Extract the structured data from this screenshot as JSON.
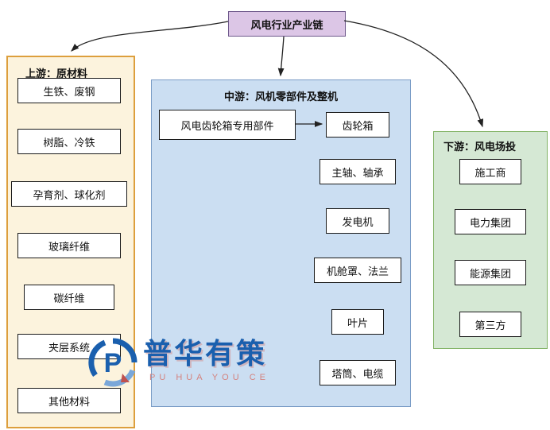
{
  "root": {
    "label": "风电行业产业链"
  },
  "upstream": {
    "title": "上游：原材料",
    "items": [
      "生铁、废钢",
      "树脂、冷铁",
      "孕育剂、球化剂",
      "玻璃纤维",
      "碳纤维",
      "夹层系统",
      "其他材料"
    ]
  },
  "midstream": {
    "title": "中游：风机零部件及整机",
    "special_component": "风电齿轮箱专用部件",
    "items": [
      "齿轮箱",
      "主轴、轴承",
      "发电机",
      "机舱罩、法兰",
      "叶片",
      "塔筒、电缆"
    ]
  },
  "downstream": {
    "title": "下游：风电场投",
    "items": [
      "施工商",
      "电力集团",
      "能源集团",
      "第三方"
    ]
  },
  "watermark": {
    "name": "普华有策",
    "subtitle": "PU HUA YOU CE"
  },
  "colors": {
    "root_bg": "#dcc6e6",
    "upstream_bg": "#fcf3dd",
    "upstream_border": "#dd9f3d",
    "midstream_bg": "#cbdef2",
    "midstream_border": "#7a9cc6",
    "downstream_bg": "#d5e8d4",
    "downstream_border": "#82b366",
    "node_bg": "#ffffff",
    "node_border": "#1a1a1a",
    "arrow": "#222222",
    "brand_blue": "#1a5fae",
    "brand_red": "#d4827e"
  }
}
